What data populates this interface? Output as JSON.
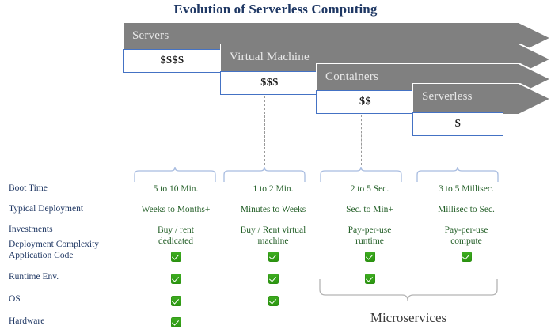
{
  "title": "Evolution of  Serverless Computing",
  "stages": [
    {
      "name": "Servers",
      "cost": "$$$$"
    },
    {
      "name": "Virtual Machine",
      "cost": "$$$"
    },
    {
      "name": "Containers",
      "cost": "$$"
    },
    {
      "name": "Serverless",
      "cost": "$"
    }
  ],
  "row_labels": [
    {
      "text": "Boot Time",
      "underline": false
    },
    {
      "text": "Typical Deployment",
      "underline": false
    },
    {
      "text": "Investments",
      "underline": false
    },
    {
      "text": "Deployment Complexity ",
      "underline": true
    },
    {
      "text": "Application Code",
      "underline": false
    },
    {
      "text": "Runtime Env.",
      "underline": false
    },
    {
      "text": "OS",
      "underline": false
    },
    {
      "text": "Hardware",
      "underline": false
    }
  ],
  "matrix": {
    "boot_time": [
      "5 to 10 Min.",
      "1 to 2 Min.",
      "2 to 5 Sec.",
      "3 to 5 Millisec."
    ],
    "typical_deployment": [
      "Weeks to Months+",
      "Minutes to Weeks",
      "Sec. to Min+",
      "Millisec to Sec."
    ],
    "investments": [
      "Buy / rent\ndedicated",
      "Buy / Rent virtual\nmachine",
      "Pay-per-use\nruntime",
      "Pay-per-use\ncompute"
    ],
    "application_code": [
      true,
      true,
      true,
      true
    ],
    "runtime_env": [
      true,
      true,
      true,
      false
    ],
    "os": [
      true,
      true,
      false,
      false
    ],
    "hardware": [
      true,
      false,
      false,
      false
    ]
  },
  "microservices_label": "Microservices",
  "colors": {
    "title": "#1F3864",
    "arrow_gray": "#808080",
    "box_border": "#4472C4",
    "brace": "#A8BCE0",
    "green_text": "#256029",
    "check_green": "#2b9410",
    "label_navy": "#203864",
    "micro_gray": "#3b3b3b"
  }
}
